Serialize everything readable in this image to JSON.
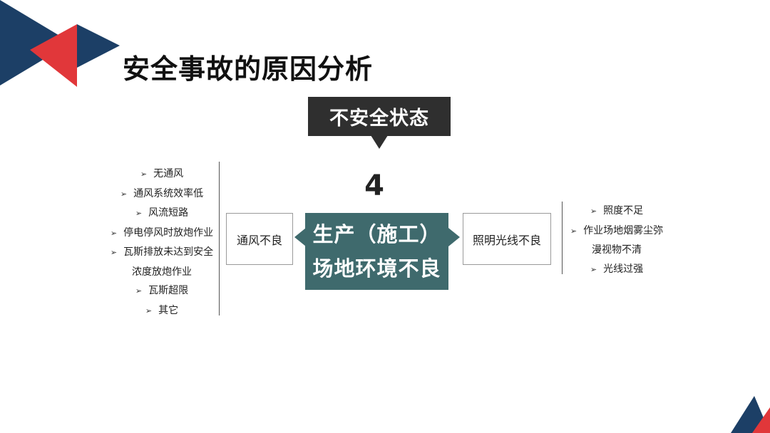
{
  "title": "安全事故的原因分析",
  "state_label": "不安全状态",
  "number": "4",
  "center": {
    "line1": "生产（施工）",
    "line2": "场地环境不良"
  },
  "left_box": "通风不良",
  "right_box": "照明光线不良",
  "bullet": "➢",
  "left_items": [
    {
      "text": "无通风",
      "bullet": true
    },
    {
      "text": "通风系统效率低",
      "bullet": true
    },
    {
      "text": "风流短路",
      "bullet": true
    },
    {
      "text": "停电停风时放炮作业",
      "bullet": true
    },
    {
      "text": "瓦斯排放未达到安全",
      "bullet": true
    },
    {
      "text": "浓度放炮作业",
      "bullet": false
    },
    {
      "text": "瓦斯超限",
      "bullet": true
    },
    {
      "text": "其它",
      "bullet": true
    }
  ],
  "right_items": [
    {
      "text": "照度不足",
      "bullet": true
    },
    {
      "text": "作业场地烟雾尘弥",
      "bullet": true
    },
    {
      "text": "漫视物不清",
      "bullet": false
    },
    {
      "text": "光线过强",
      "bullet": true
    }
  ],
  "colors": {
    "navy": "#1c3f66",
    "red": "#e1373a",
    "dark_box": "#2f2f2f",
    "teal_box": "#3f6a6d"
  }
}
